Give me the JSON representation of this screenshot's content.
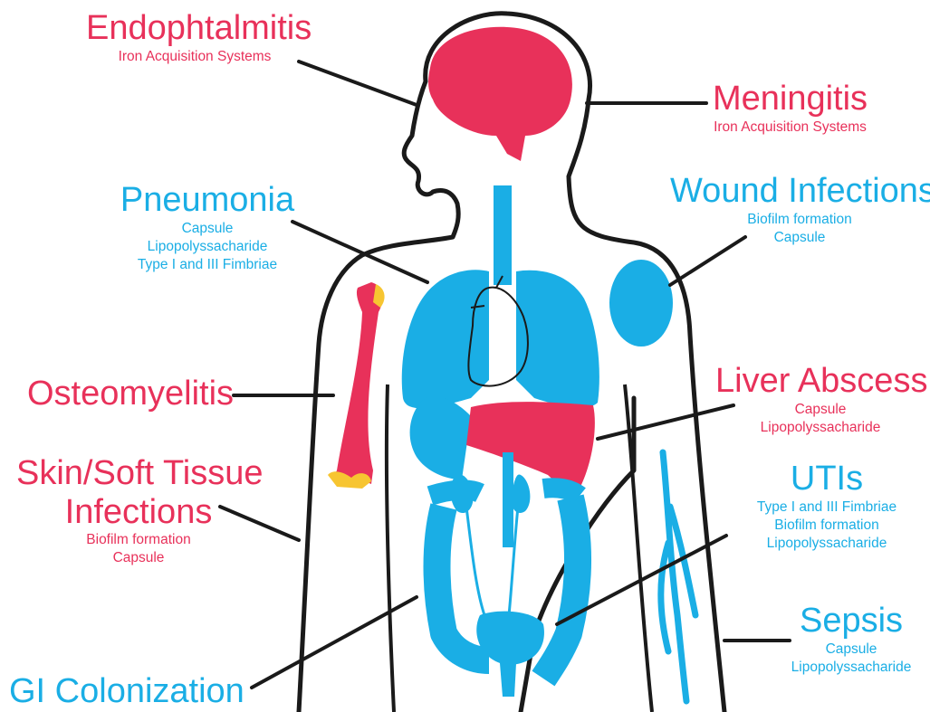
{
  "colors": {
    "red": "#e8315a",
    "blue": "#1aaee5",
    "yellow": "#f7c531",
    "outline": "#1a1a1a"
  },
  "labels": {
    "endophtalmitis": {
      "title": "Endophtalmitis",
      "details": [
        "Iron Acquisition Systems"
      ]
    },
    "meningitis": {
      "title": "Meningitis",
      "details": [
        "Iron Acquisition Systems"
      ]
    },
    "pneumonia": {
      "title": "Pneumonia",
      "details": [
        "Capsule",
        "Lipopolyssacharide",
        "Type I and III Fimbriae"
      ]
    },
    "wound": {
      "title": "Wound Infections",
      "details": [
        "Biofilm formation",
        "Capsule"
      ]
    },
    "osteomyelitis": {
      "title": "Osteomyelitis",
      "details": []
    },
    "liver": {
      "title": "Liver Abscess",
      "details": [
        "Capsule",
        "Lipopolyssacharide"
      ]
    },
    "skin": {
      "title_lines": [
        "Skin/Soft Tissue",
        "Infections"
      ],
      "details": [
        "Biofilm formation",
        "Capsule"
      ]
    },
    "utis": {
      "title": "UTIs",
      "details": [
        "Type I and III Fimbriae",
        "Biofilm formation",
        "Lipopolyssacharide"
      ]
    },
    "sepsis": {
      "title": "Sepsis",
      "details": [
        "Capsule",
        "Lipopolyssacharide"
      ]
    },
    "gi": {
      "title": "GI Colonization",
      "details": []
    }
  }
}
